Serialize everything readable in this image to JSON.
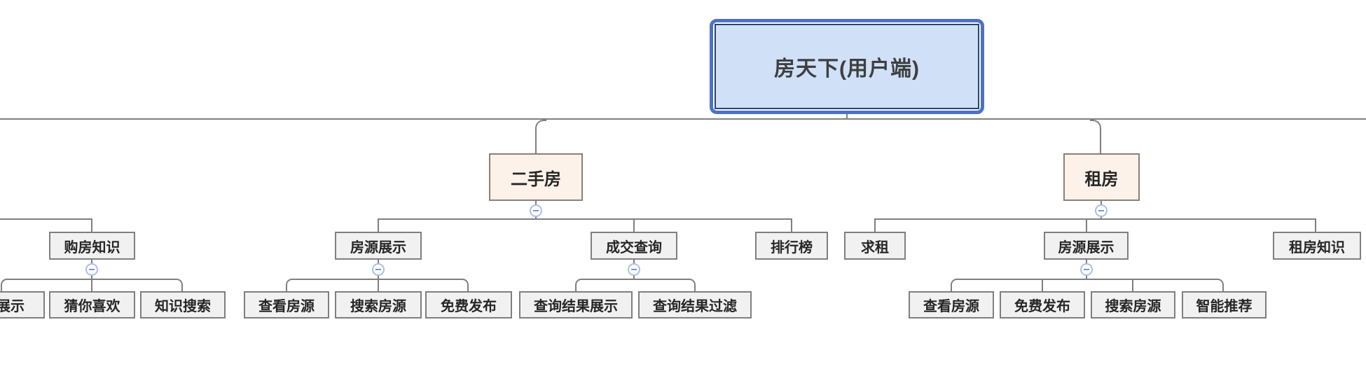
{
  "diagram_title": "房天下(用户端)",
  "root": {
    "label": "房天下(用户端)"
  },
  "level2": {
    "ershoufang": {
      "label": "二手房"
    },
    "zufang": {
      "label": "租房"
    }
  },
  "level3": {
    "goufangzhishi": {
      "label": "购房知识"
    },
    "fangyuanzhanshi_esf": {
      "label": "房源展示"
    },
    "chengjiaochaxun": {
      "label": "成交查询"
    },
    "paihangbang": {
      "label": "排行榜"
    },
    "qiuzu": {
      "label": "求租"
    },
    "fangyuanzhanshi_zf": {
      "label": "房源展示"
    },
    "zufangzhishi": {
      "label": "租房知识"
    }
  },
  "level4": {
    "zhanshi_partial": {
      "label": "展示"
    },
    "cainixihuan": {
      "label": "猜你喜欢"
    },
    "zhishisousuo": {
      "label": "知识搜索"
    },
    "chakanfangyuan_esf": {
      "label": "查看房源"
    },
    "sousuofangyuan_esf": {
      "label": "搜索房源"
    },
    "mianfeifabu_esf": {
      "label": "免费发布"
    },
    "chaxunjieguozhanshi": {
      "label": "查询结果展示"
    },
    "chaxunjieguoguolv": {
      "label": "查询结果过滤"
    },
    "chakanfangyuan_zf": {
      "label": "查看房源"
    },
    "mianfeifabu_zf": {
      "label": "免费发布"
    },
    "sousuofangyuan_zf": {
      "label": "搜索房源"
    },
    "zhinengtuijian": {
      "label": "智能推荐"
    }
  },
  "icons": {
    "collapse": "minus"
  },
  "colors": {
    "line": "#7f7f7f",
    "root_border": "#4d72c4",
    "root_inner_border": "#2e4468",
    "root_fill": "#cfe0f7",
    "branch_fill": "#fdf2e9",
    "branch_border": "#8a8078",
    "leaf_fill": "#f1f1f1",
    "leaf_border": "#7f7f7f",
    "collapse_ring": "#a9bfe9",
    "collapse_minus": "#7e93c9"
  }
}
